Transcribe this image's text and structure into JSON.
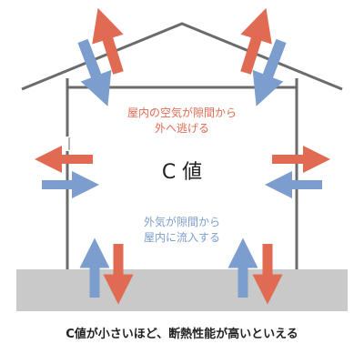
{
  "diagram": {
    "outflow_text": {
      "line1": "屋内の空気が隙間から",
      "line2": "外へ逃げる"
    },
    "center_label": "C 値",
    "inflow_text": {
      "line1": "外気が隙間から",
      "line2": "屋内に流入する"
    },
    "caption": "C値が小さいほど、断熱性能が高いといえる"
  },
  "colors": {
    "outflow": "#e06a52",
    "inflow": "#7c9ecf",
    "roof": "#6b6b6b",
    "ground": "#c9c9c9",
    "text_dark": "#222222"
  }
}
